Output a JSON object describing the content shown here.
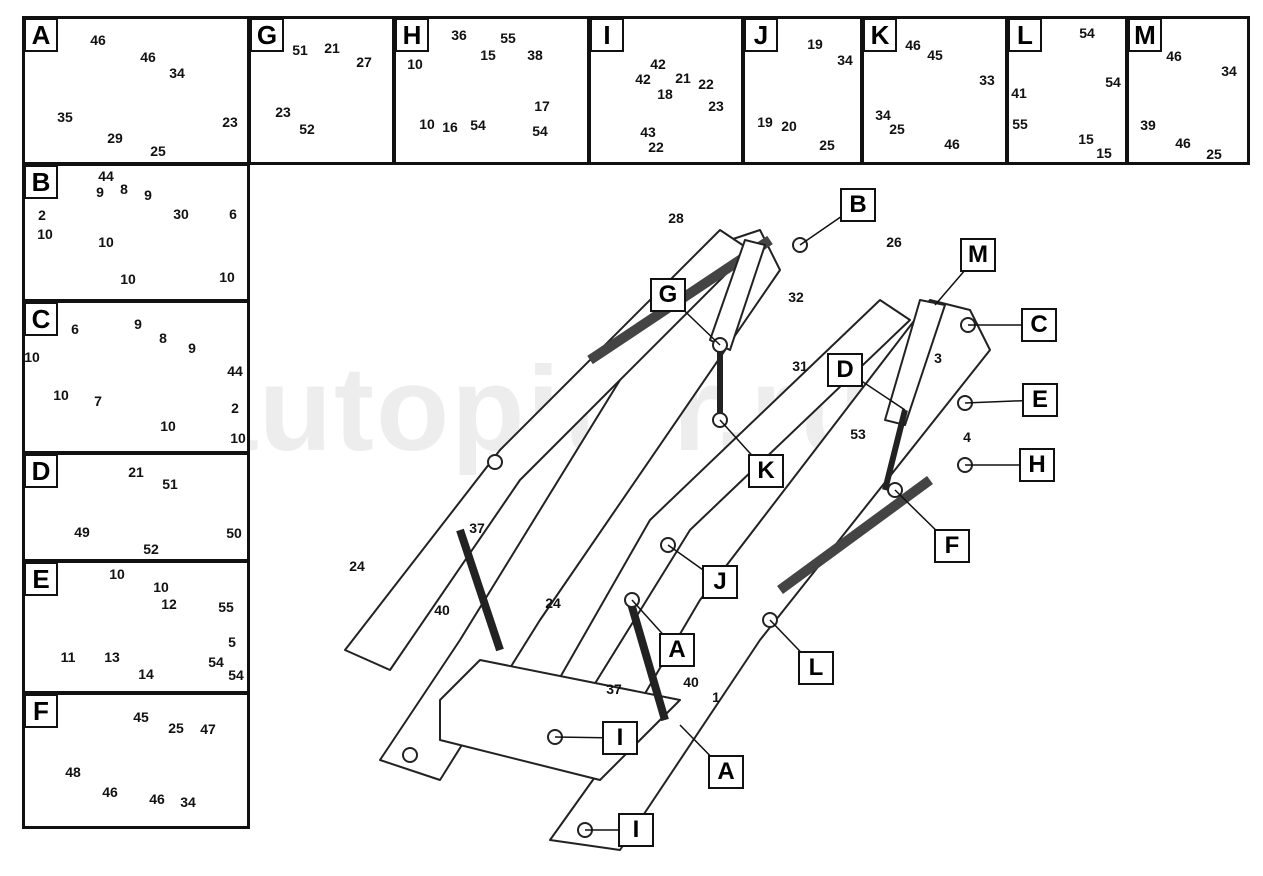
{
  "watermark": "autopiter.ru",
  "panels": [
    {
      "letter": "A",
      "callouts": [
        "46",
        "46",
        "34",
        "35",
        "29",
        "25",
        "23"
      ]
    },
    {
      "letter": "G",
      "callouts": [
        "51",
        "21",
        "27",
        "23",
        "52"
      ]
    },
    {
      "letter": "H",
      "callouts": [
        "36",
        "55",
        "10",
        "15",
        "38",
        "17",
        "10",
        "16",
        "54",
        "54"
      ]
    },
    {
      "letter": "I",
      "callouts": [
        "42",
        "42",
        "18",
        "21",
        "22",
        "23",
        "43",
        "22"
      ]
    },
    {
      "letter": "J",
      "callouts": [
        "19",
        "34",
        "19",
        "20",
        "25"
      ]
    },
    {
      "letter": "K",
      "callouts": [
        "46",
        "45",
        "33",
        "34",
        "25",
        "46"
      ]
    },
    {
      "letter": "L",
      "callouts": [
        "54",
        "54",
        "41",
        "55",
        "15",
        "15"
      ]
    },
    {
      "letter": "M",
      "callouts": [
        "46",
        "34",
        "39",
        "46",
        "25"
      ]
    },
    {
      "letter": "B",
      "callouts": [
        "44",
        "9",
        "8",
        "9",
        "30",
        "6",
        "2",
        "10",
        "10",
        "10",
        "10"
      ]
    },
    {
      "letter": "C",
      "callouts": [
        "6",
        "9",
        "8",
        "9",
        "44",
        "10",
        "10",
        "7",
        "2",
        "10",
        "10"
      ]
    },
    {
      "letter": "D",
      "callouts": [
        "21",
        "51",
        "49",
        "52",
        "50"
      ]
    },
    {
      "letter": "E",
      "callouts": [
        "10",
        "10",
        "12",
        "55",
        "5",
        "11",
        "13",
        "14",
        "54",
        "54"
      ]
    },
    {
      "letter": "F",
      "callouts": [
        "45",
        "25",
        "47",
        "48",
        "46",
        "46",
        "34"
      ]
    }
  ],
  "main": {
    "letter_callouts": [
      "B",
      "M",
      "C",
      "G",
      "D",
      "E",
      "H",
      "K",
      "F",
      "J",
      "A",
      "L",
      "I",
      "A",
      "I"
    ],
    "number_callouts": [
      "28",
      "26",
      "32",
      "3",
      "31",
      "53",
      "4",
      "37",
      "24",
      "40",
      "24",
      "37",
      "40",
      "1"
    ]
  }
}
